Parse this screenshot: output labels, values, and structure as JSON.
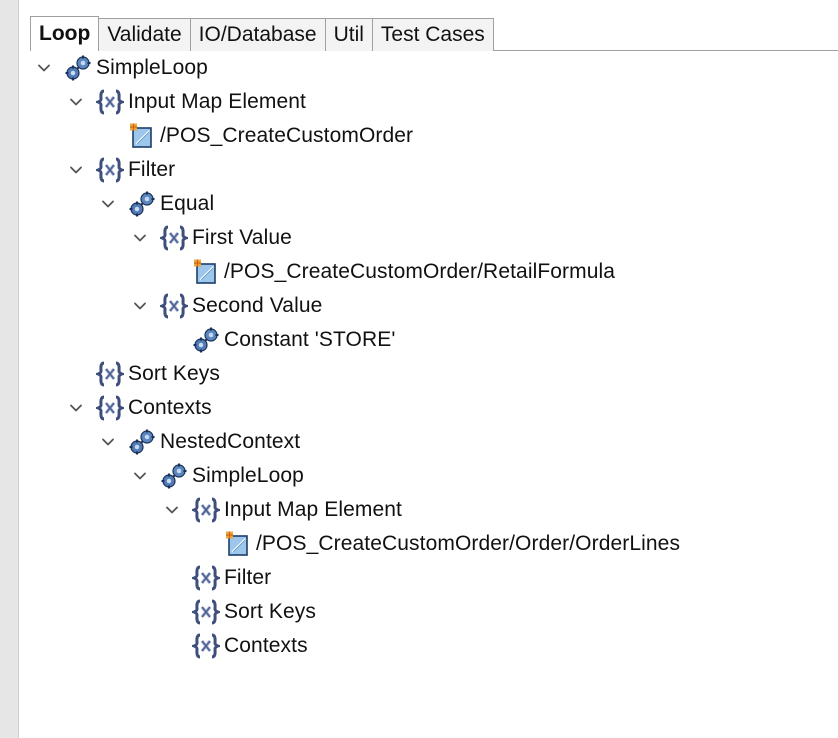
{
  "tabs": [
    {
      "label": "Loop",
      "active": true
    },
    {
      "label": "Validate",
      "active": false
    },
    {
      "label": "IO/Database",
      "active": false
    },
    {
      "label": "Util",
      "active": false
    },
    {
      "label": "Test Cases",
      "active": false
    }
  ],
  "tree": [
    {
      "label": "SimpleLoop",
      "depth": 0,
      "icon": "loop-gear-icon",
      "expanded": true
    },
    {
      "label": "Input Map Element",
      "depth": 1,
      "icon": "braces-icon",
      "expanded": true
    },
    {
      "label": "/POS_CreateCustomOrder",
      "depth": 2,
      "icon": "document-path-icon",
      "expanded": null
    },
    {
      "label": "Filter",
      "depth": 1,
      "icon": "braces-icon",
      "expanded": true
    },
    {
      "label": "Equal",
      "depth": 2,
      "icon": "loop-gear-icon",
      "expanded": true
    },
    {
      "label": "First Value",
      "depth": 3,
      "icon": "braces-icon",
      "expanded": true
    },
    {
      "label": "/POS_CreateCustomOrder/RetailFormula",
      "depth": 4,
      "icon": "document-path-icon",
      "expanded": null
    },
    {
      "label": "Second Value",
      "depth": 3,
      "icon": "braces-icon",
      "expanded": true
    },
    {
      "label": "Constant 'STORE'",
      "depth": 4,
      "icon": "loop-gear-icon",
      "expanded": null
    },
    {
      "label": "Sort Keys",
      "depth": 1,
      "icon": "braces-icon",
      "expanded": null
    },
    {
      "label": "Contexts",
      "depth": 1,
      "icon": "braces-icon",
      "expanded": true
    },
    {
      "label": "NestedContext",
      "depth": 2,
      "icon": "loop-gear-icon",
      "expanded": true
    },
    {
      "label": "SimpleLoop",
      "depth": 3,
      "icon": "loop-gear-icon",
      "expanded": true
    },
    {
      "label": "Input Map Element",
      "depth": 4,
      "icon": "braces-icon",
      "expanded": true
    },
    {
      "label": "/POS_CreateCustomOrder/Order/OrderLines",
      "depth": 5,
      "icon": "document-path-icon",
      "expanded": null
    },
    {
      "label": "Filter",
      "depth": 4,
      "icon": "braces-icon",
      "expanded": null
    },
    {
      "label": "Sort Keys",
      "depth": 4,
      "icon": "braces-icon",
      "expanded": null
    },
    {
      "label": "Contexts",
      "depth": 4,
      "icon": "braces-icon",
      "expanded": null
    }
  ]
}
